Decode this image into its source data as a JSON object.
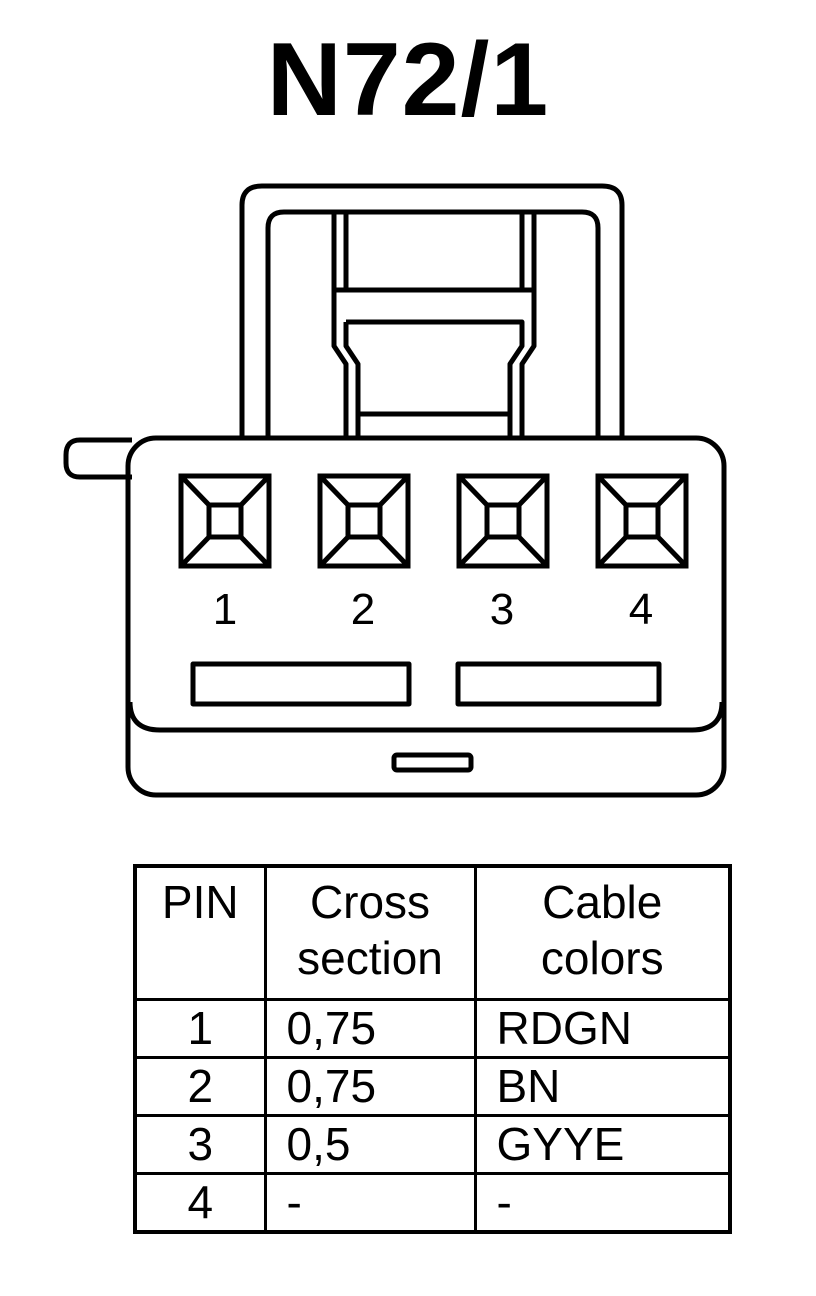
{
  "title": "N72/1",
  "connector": {
    "pin_labels": [
      "1",
      "2",
      "3",
      "4"
    ]
  },
  "table": {
    "headers": [
      {
        "line1": "PIN",
        "line2": ""
      },
      {
        "line1": "Cross",
        "line2": "section"
      },
      {
        "line1": "Cable",
        "line2": "colors"
      }
    ],
    "rows": [
      {
        "pin": "1",
        "cross_section": "0,75",
        "cable_color": "RDGN"
      },
      {
        "pin": "2",
        "cross_section": "0,75",
        "cable_color": "BN"
      },
      {
        "pin": "3",
        "cross_section": "0,5",
        "cable_color": "GYYE"
      },
      {
        "pin": "4",
        "cross_section": "-",
        "cable_color": "-"
      }
    ]
  }
}
